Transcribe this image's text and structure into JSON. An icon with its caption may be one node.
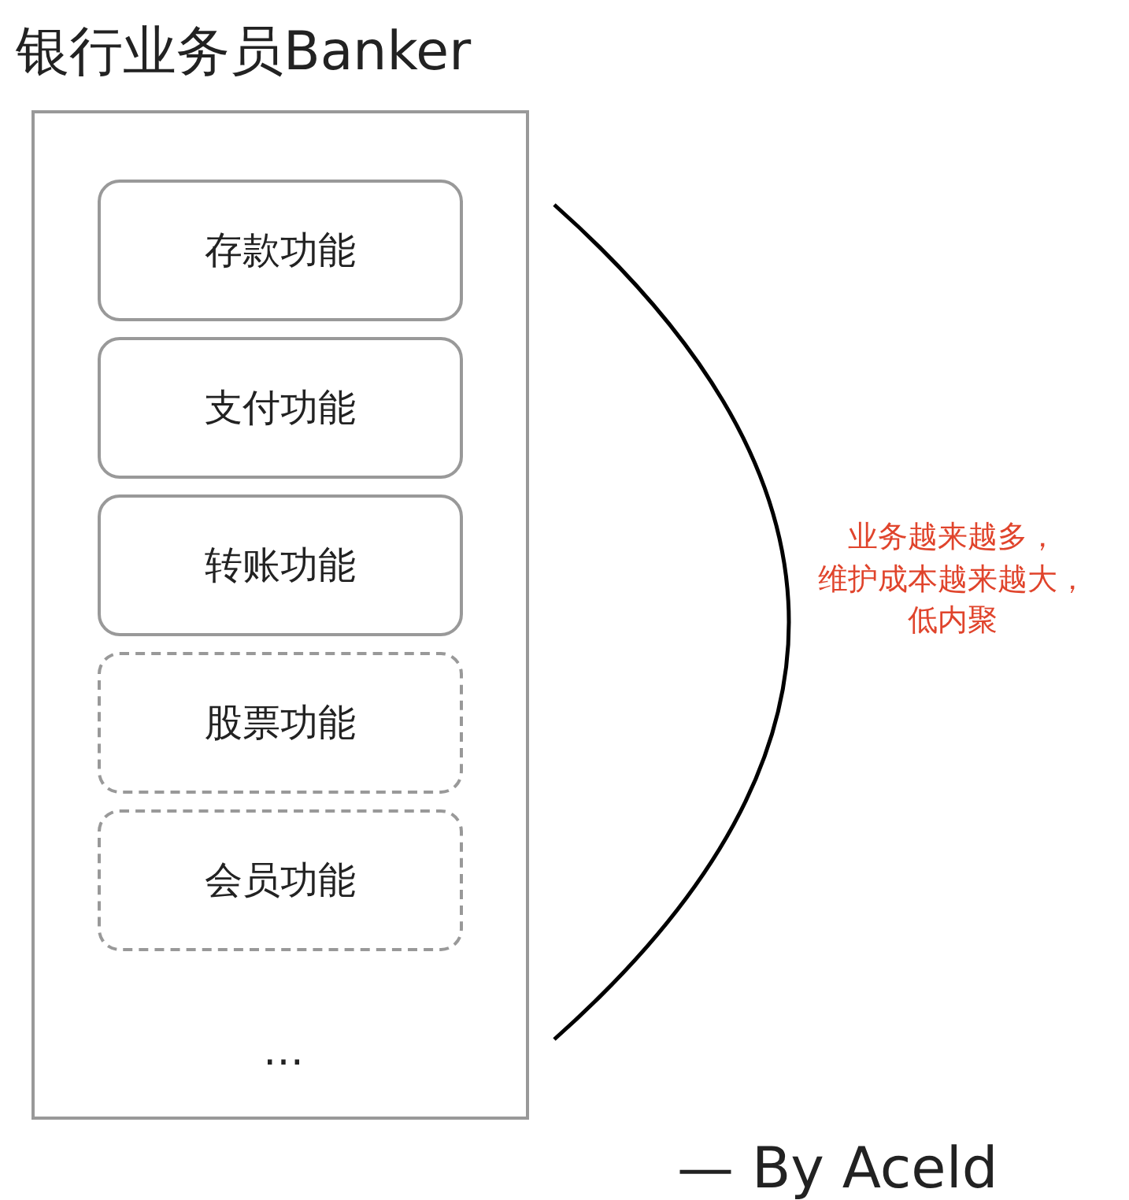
{
  "diagram": {
    "nodes": [
      {
        "text": [
          "银行业务员Banker"
        ]
      },
      {
        "text": [
          "存款功能"
        ],
        "in": 0
      },
      {
        "text": [
          "支付功能"
        ],
        "in": 0
      },
      {
        "text": [
          "转账功能"
        ],
        "in": 0
      },
      {
        "text": [
          "股票功能"
        ],
        "in": 0
      },
      {
        "text": [
          "会员功能"
        ],
        "in": 0
      }
    ],
    "labels": [
      "…",
      "业务越来越多，维护成本越来越大，低内聚",
      "— By Aceld"
    ]
  }
}
